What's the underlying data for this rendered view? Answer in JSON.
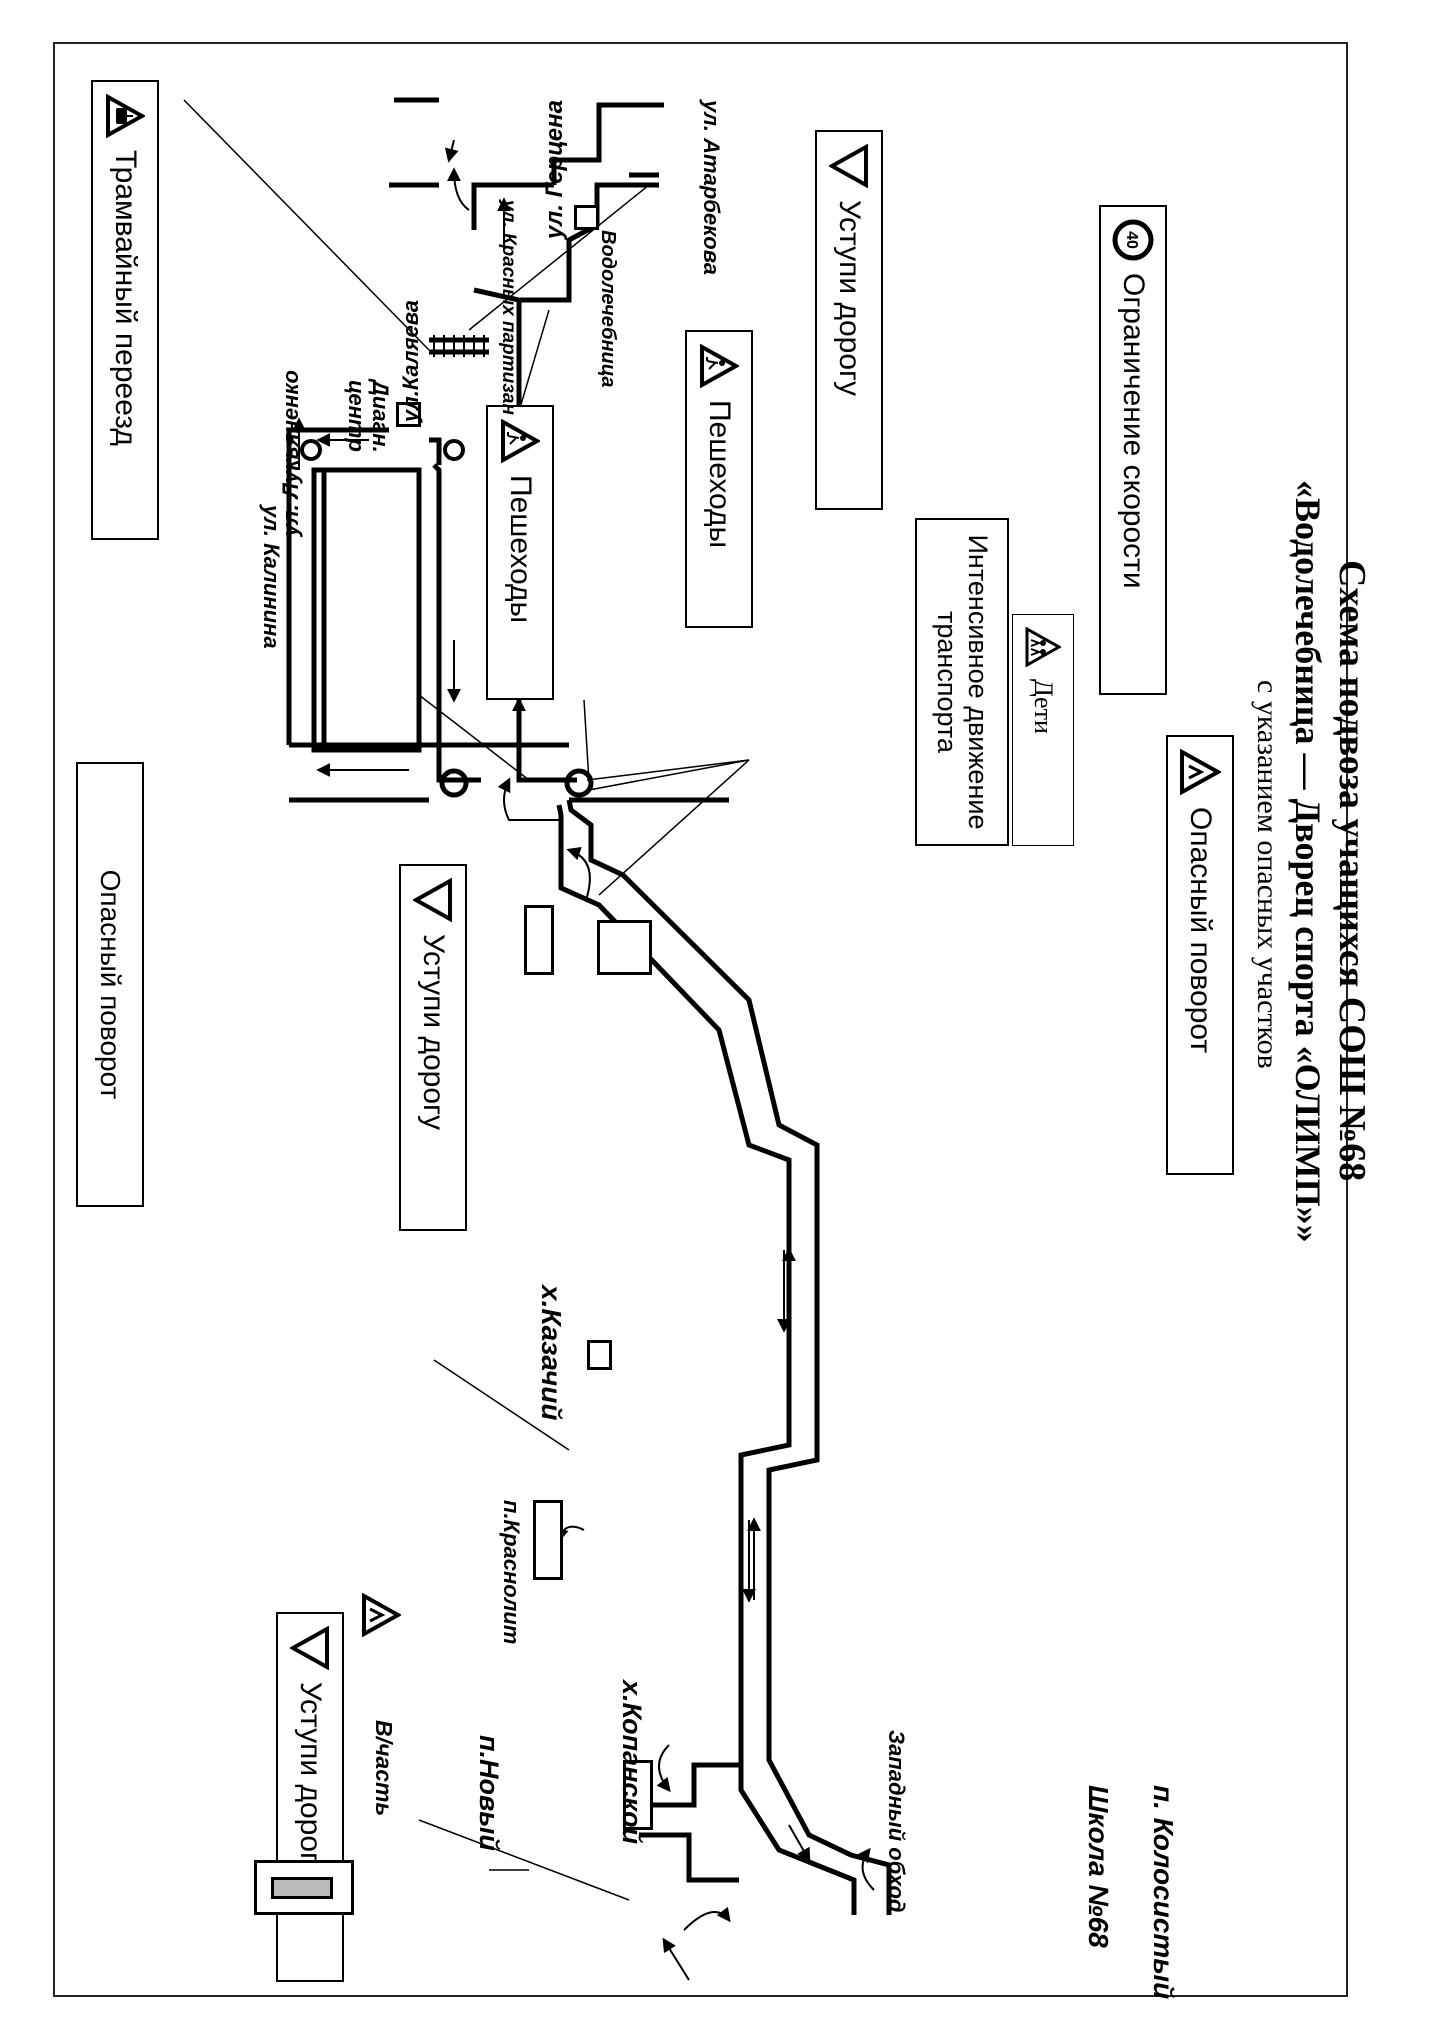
{
  "title": {
    "line1": "Схема подвоза учащихся СОШ №68",
    "line2": "«Водолечебница — Дворец спорта «ОЛИМП»»",
    "line3": "с указанием опасных участков"
  },
  "signs": {
    "dangerous_turn_1": {
      "text": "Опасный поворот",
      "icon": "triangle-dangerous-turn-icon"
    },
    "dangerous_turn_2": {
      "text": "Опасный поворот"
    },
    "speed_limit": {
      "text": "Ограничение скорости",
      "value": "40",
      "icon": "speed-limit-circle-icon"
    },
    "children": {
      "text": "Дети",
      "icon": "triangle-children-icon"
    },
    "intense_traffic": {
      "line1": "Интенсивное движение",
      "line2": "транспорта"
    },
    "yield_1": {
      "text": "Уступи дорогу",
      "icon": "inverted-triangle-yield-icon"
    },
    "yield_2": {
      "text": "Уступи дорогу",
      "icon": "inverted-triangle-yield-icon"
    },
    "yield_3": {
      "text": "Уступи дорогу",
      "icon": "inverted-triangle-yield-icon"
    },
    "pedestrians_1": {
      "text": "Пешеходы",
      "icon": "triangle-pedestrians-icon"
    },
    "pedestrians_2": {
      "text": "Пешеходы",
      "icon": "triangle-pedestrians-icon"
    },
    "tram_crossing": {
      "text": "Трамвайный переезд",
      "icon": "triangle-tram-icon"
    }
  },
  "places": {
    "kolosisty": "п. Колосистый",
    "school": "Школа №68",
    "western_bypass": "Западный обход",
    "kopanskoy": "х.Копанской",
    "noviy": "п.Новый",
    "military_unit": "В/часть",
    "krasnolit": "п.Краснолит",
    "kazachiy": "х.Казачий",
    "vodolechebnitsa": "Водолечебница",
    "diagnostic_center_1": "Диагн.",
    "diagnostic_center_2": "центр"
  },
  "streets": {
    "atarbekova": "ул. Атарбекова",
    "gertsena": "ул. Герцена",
    "krasnykh_partizan": "ул. Красных партизан",
    "kalyaeva": "ул.Каляева",
    "lukyanenko": "ул. Лукьяненко",
    "kalinina": "ул. Калинина"
  },
  "colors": {
    "ink": "#000000",
    "building_fill": "#ffffff"
  }
}
